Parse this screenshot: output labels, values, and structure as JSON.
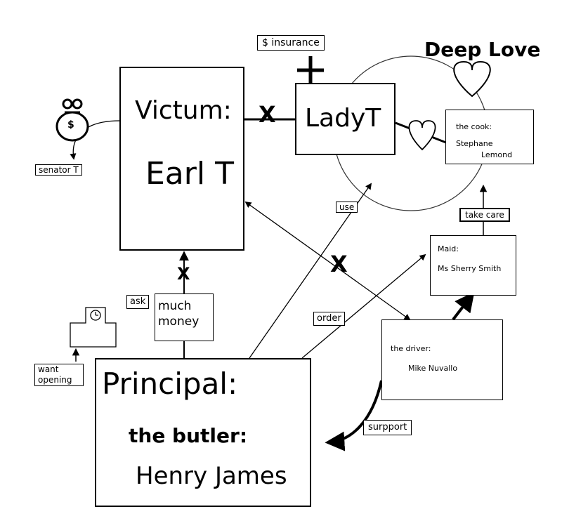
{
  "title": "Deep Love",
  "victim": {
    "heading": "Victum:",
    "name": "Earl T"
  },
  "lady": {
    "name": "LadyT"
  },
  "principal": {
    "heading": "Principal:",
    "role": "the butler:",
    "name": "Henry James"
  },
  "cook": {
    "role": "the cook:",
    "name_first": "Stephane",
    "name_last": "Lemond"
  },
  "maid": {
    "role": "Maid:",
    "name": "Ms Sherry Smith"
  },
  "driver": {
    "role": "the driver:",
    "name": "Mike Nuvallo"
  },
  "money_bag": {
    "symbol": "$"
  },
  "labels": {
    "insurance": "$ insurance",
    "senator": "senator T",
    "use": "use",
    "take_care": "take care",
    "order": "order",
    "ask": "ask",
    "much_money": "much money",
    "want_opening": "want opening",
    "support": "surpport"
  },
  "markers": {
    "cross": "X",
    "plus": "+"
  }
}
